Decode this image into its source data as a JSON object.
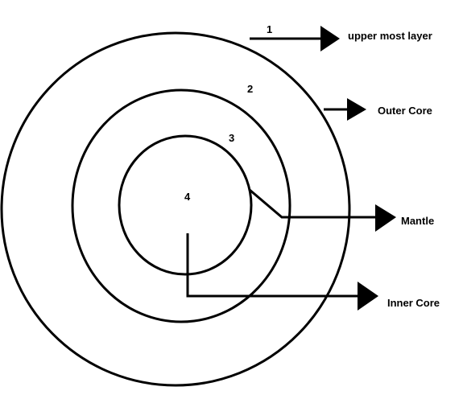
{
  "layers": [
    {
      "number": "1",
      "label": "upper most layer"
    },
    {
      "number": "2",
      "label": "Outer Core"
    },
    {
      "number": "3",
      "label": "Mantle"
    },
    {
      "number": "4",
      "label": "Inner Core"
    }
  ]
}
